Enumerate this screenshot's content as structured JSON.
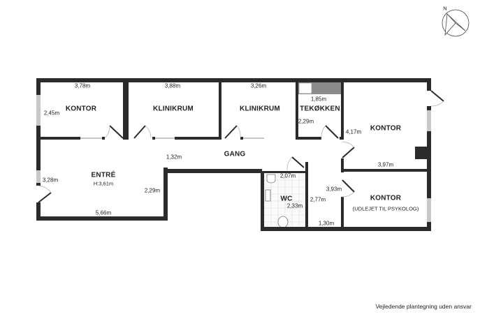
{
  "rooms": {
    "kontor1": {
      "name": "KONTOR",
      "width": "3,78m",
      "depth": "2,45m"
    },
    "klinikrum1": {
      "name": "KLINIKRUM",
      "width": "3,88m"
    },
    "klinikrum2": {
      "name": "KLINIKRUM",
      "width": "3,26m"
    },
    "tekokken": {
      "name": "TEKØKKEN",
      "width": "1,85m",
      "depth": "2,29m"
    },
    "kontor2": {
      "name": "KONTOR",
      "width": "3,97m",
      "depth": "4,17m"
    },
    "gang": {
      "name": "GANG",
      "width": "1,32m",
      "depth": "2,77m",
      "bottom": "1,30m"
    },
    "entre": {
      "name": "ENTRÉ",
      "height": "H:3,61m",
      "width": "5,66m",
      "depth": "3,28m",
      "right": "2,29m"
    },
    "wc": {
      "name": "WC",
      "width": "2,07m",
      "depth": "2,33m"
    },
    "kontor3": {
      "name": "KONTOR",
      "note": "(UDLEJET TIL PSYKOLOG)",
      "depth": "3,93m"
    }
  },
  "compass": {
    "label": "N"
  },
  "footer": "Vejledende plantegning uden ansvar",
  "colors": {
    "wall": "#2b2b2e",
    "window": "#c8c8c8",
    "counter": "#8a8a8a"
  }
}
